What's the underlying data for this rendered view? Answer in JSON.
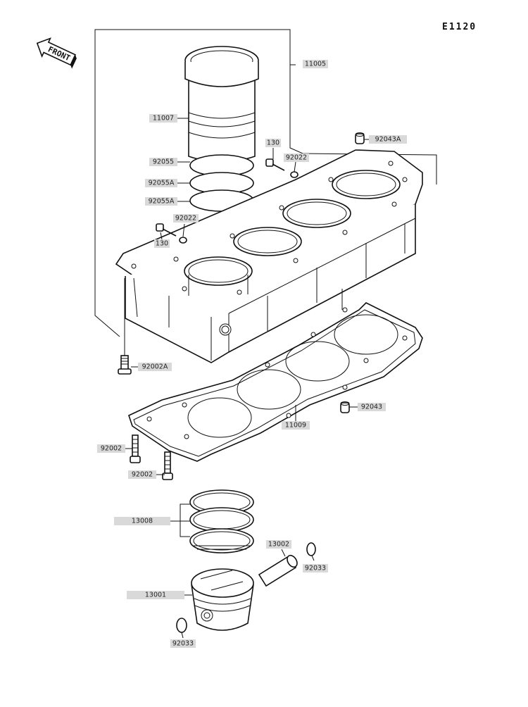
{
  "diagram_code": "E1120",
  "front_marker": "FRONT",
  "labels": {
    "p11005": "11005",
    "p11007": "11007",
    "p92055": "92055",
    "p92055A_1": "92055A",
    "p92055A_2": "92055A",
    "p130_top": "130",
    "p92022_top": "92022",
    "p92043A": "92043A",
    "p92022_left": "92022",
    "p130_left": "130",
    "p92002A": "92002A",
    "p92043": "92043",
    "p11009": "11009",
    "p92002_1": "92002",
    "p92002_2": "92002",
    "p13008": "13008",
    "p13002": "13002",
    "p92033_right": "92033",
    "p13001": "13001",
    "p92033_bottom": "92033"
  }
}
